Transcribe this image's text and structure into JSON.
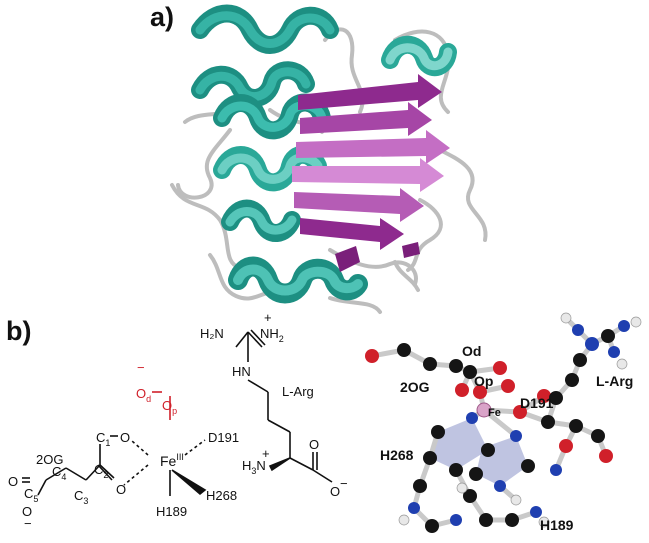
{
  "panel_a": {
    "label": "a)"
  },
  "panel_b": {
    "label": "b)",
    "scheme": {
      "arg_guanidine_left": "H₂N",
      "arg_guanidine_right": "NH",
      "arg_guanidine_right_sub": "2",
      "arg_charge": "+",
      "arg_hn": "HN",
      "arg_label": "L-Arg",
      "arg_amine": "H",
      "arg_amine_sub": "3",
      "arg_amine_n": "N",
      "arg_amine_charge": "+",
      "arg_carboxylate_o": "O",
      "arg_carboxylate_o_minus": "O",
      "minus": "−",
      "od_label": "O",
      "od_sub": "d",
      "op_label": "O",
      "op_sub": "p",
      "od_charge": "−",
      "fe_label": "Fe",
      "fe_ox": "III",
      "ligand_d191": "D191",
      "ligand_h268": "H268",
      "ligand_h189": "H189",
      "twoog_label": "2OG",
      "c1": "C",
      "c1_sub": "1",
      "c2": "C",
      "c2_sub": "2",
      "c3": "C",
      "c3_sub": "3",
      "c4": "C",
      "c4_sub": "4",
      "c5": "C",
      "c5_sub": "5",
      "o": "O"
    },
    "model": {
      "od": "Od",
      "op": "Op",
      "twoog": "2OG",
      "fe": "Fe",
      "d191": "D191",
      "larg": "L-Arg",
      "h268": "H268",
      "h189": "H189"
    }
  },
  "colors": {
    "helix": "#2a9d8f",
    "helix_light": "#58c4b8",
    "strand": "#8e2a8e",
    "strand_light": "#c46ec4",
    "loop": "#bdbdbd",
    "oxygen": "#d0202a",
    "nitrogen": "#1f3fb0",
    "carbon": "#151515",
    "hydrogen": "#e8e8e8",
    "iron": "#d9a3c8",
    "bond": "#c9c9c9"
  }
}
